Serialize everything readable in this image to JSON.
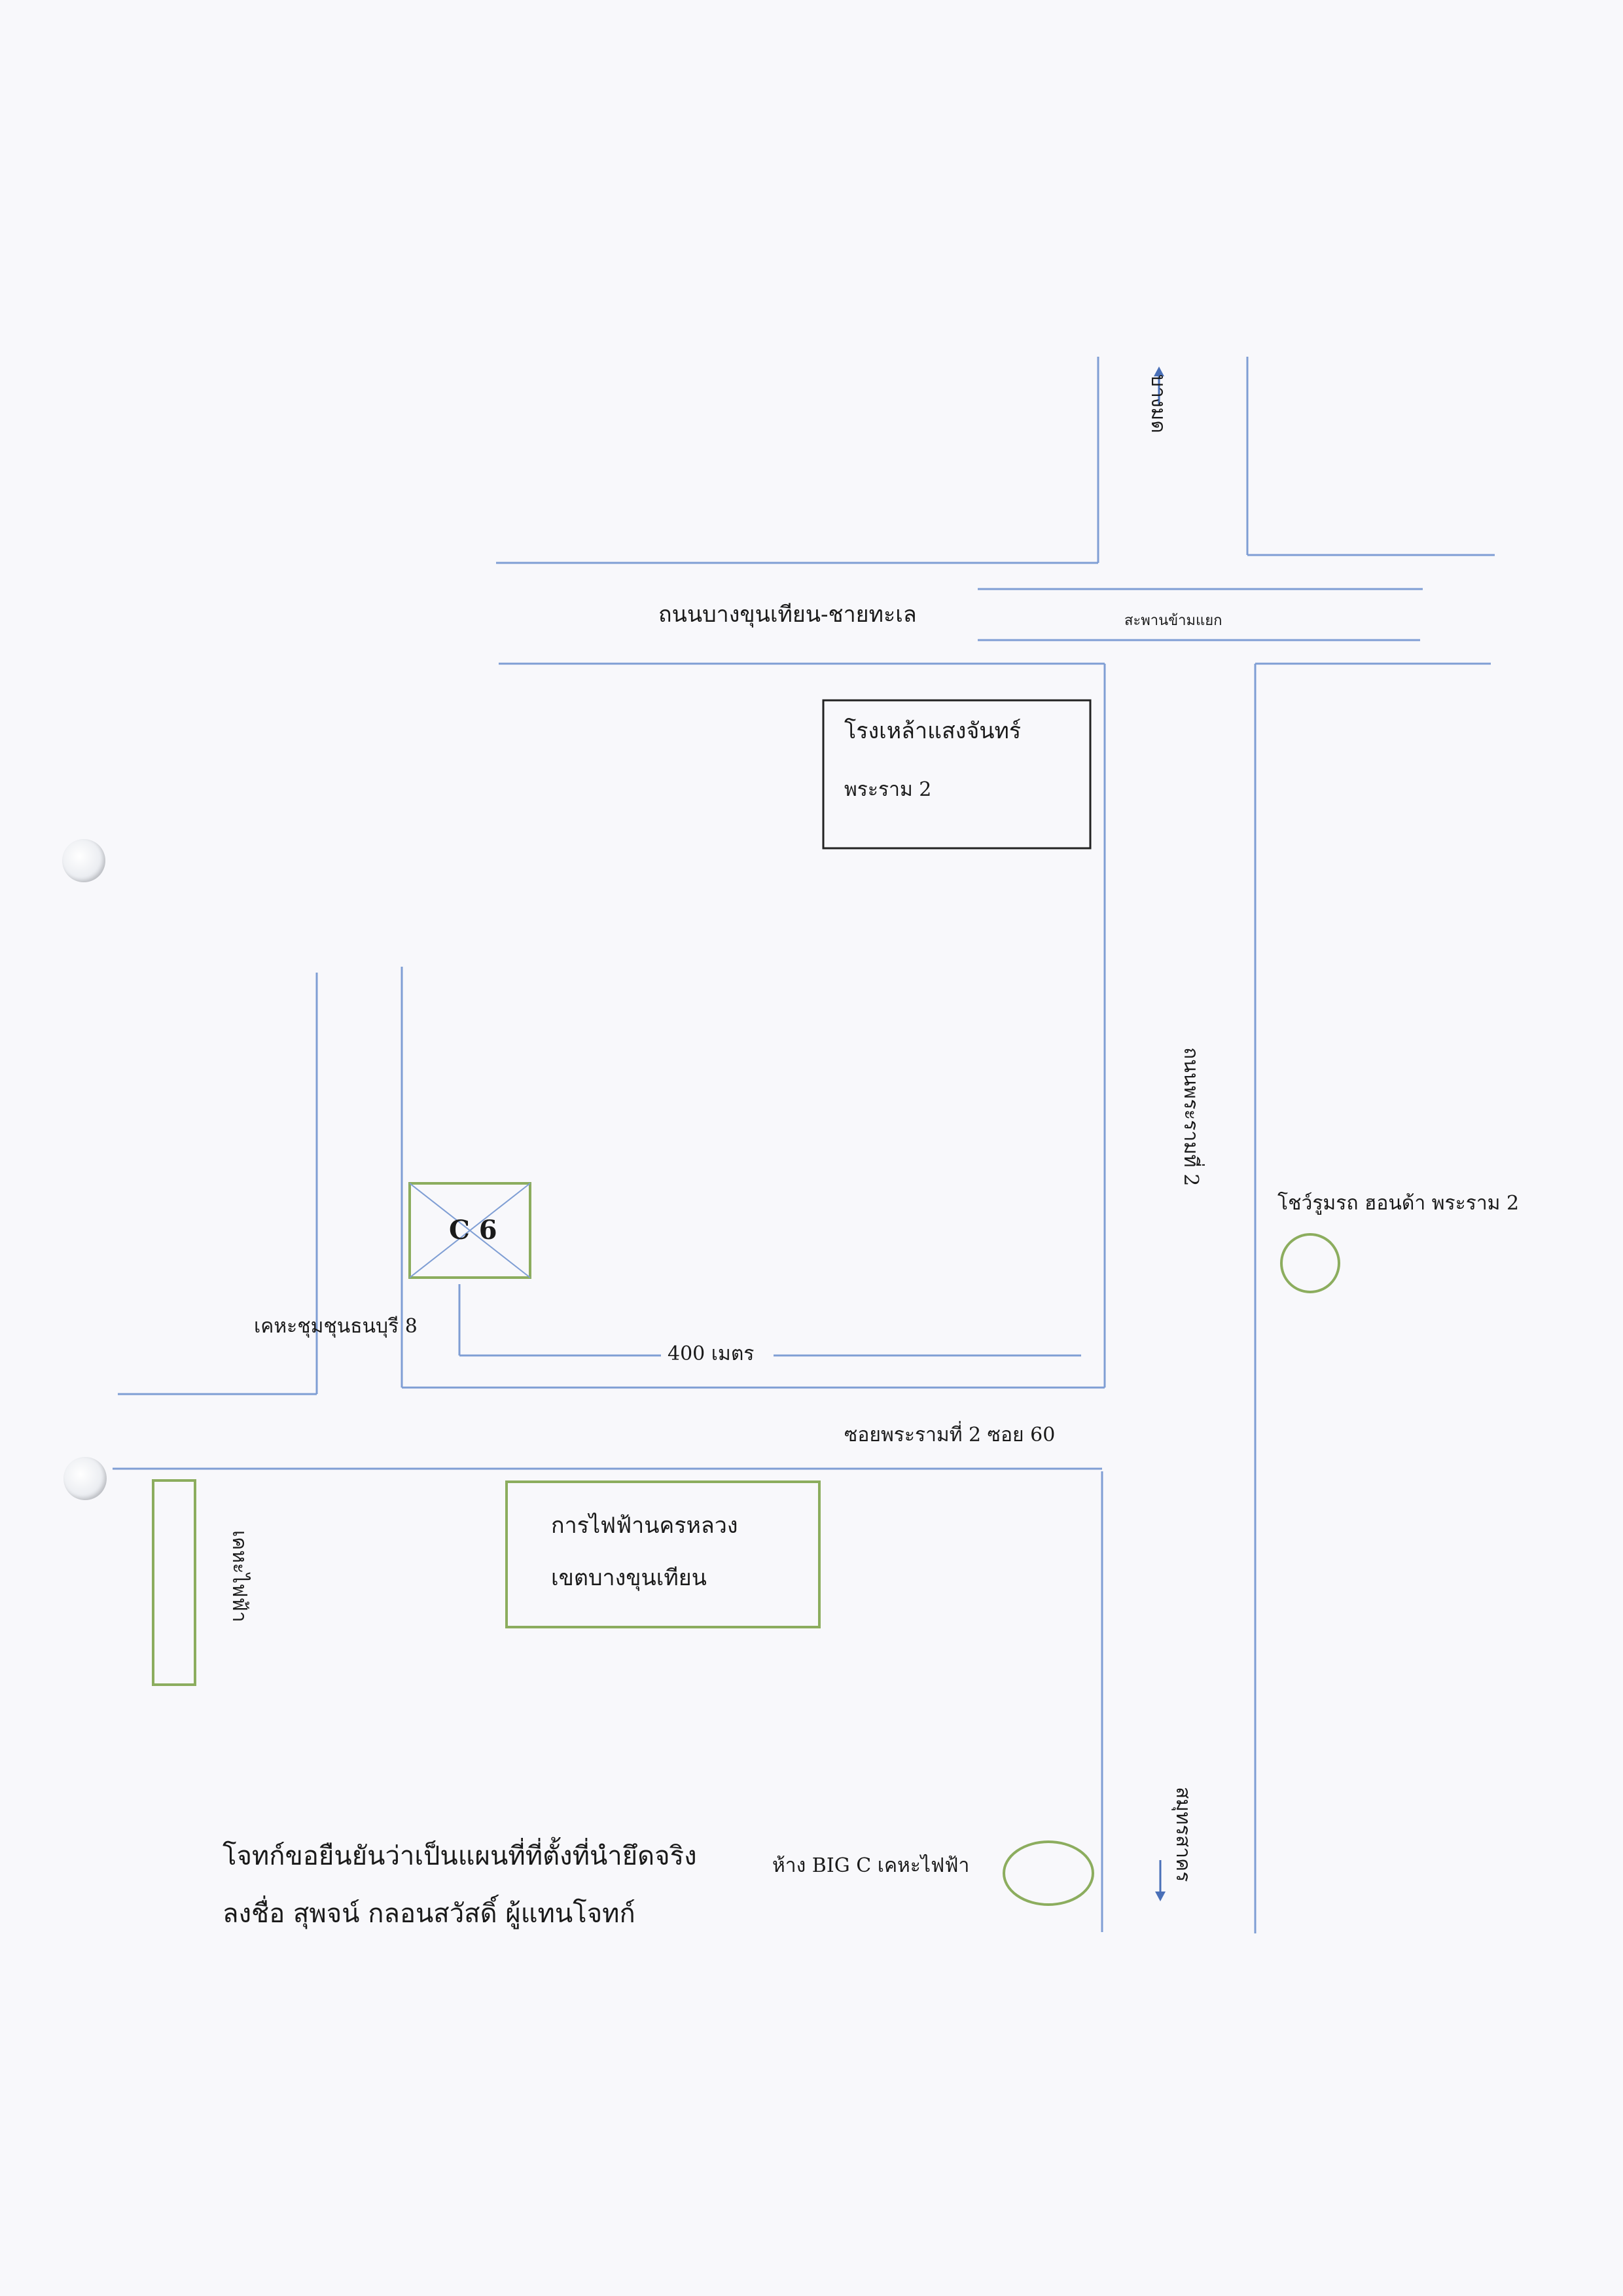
{
  "colors": {
    "road": "#7f9ed4",
    "green": "#8cad5e",
    "black": "#222222",
    "paper": "#f8f8fb"
  },
  "labels": {
    "road_bangkhunthian": "ถนนบางขุนเทียน-ชายทะเล",
    "overpass": "สะพานข้ามแยก",
    "to_bangmot": "บางมด",
    "road_rama2": "ถนนพระรามที่ 2",
    "to_samut_sakhon": "สมุทรสาคร",
    "soi_rama2_60": "ซอยพระรามที่ 2 ซอย 60",
    "community_chum_chon": "เคหะชุมชุนธนบุรี 8",
    "distance_400m": "400 เมตร",
    "lot_c6": "C 6",
    "kheha_faifa": "เคหะไฟฟ้า"
  },
  "landmarks": {
    "brewery": {
      "line1": "โรงเหล้าแสงจันทร์",
      "line2": "พระราม 2"
    },
    "electric_authority": {
      "line1": "การไฟฟ้านครหลวง",
      "line2": "เขตบางขุนเทียน"
    },
    "honda_showroom": "โชว์รูมรถ ฮอนด้า พระราม 2",
    "bigc": "ห้าง BIG C เคหะไฟฟ้า"
  },
  "statement": {
    "line1": "โจทก์ขอยืนยันว่าเป็นแผนที่ที่ตั้งที่นำยึดจริง",
    "line2": "ลงชื่อ  สุพจน์  กลอนสวัสดิ์  ผู้แทนโจทก์"
  }
}
